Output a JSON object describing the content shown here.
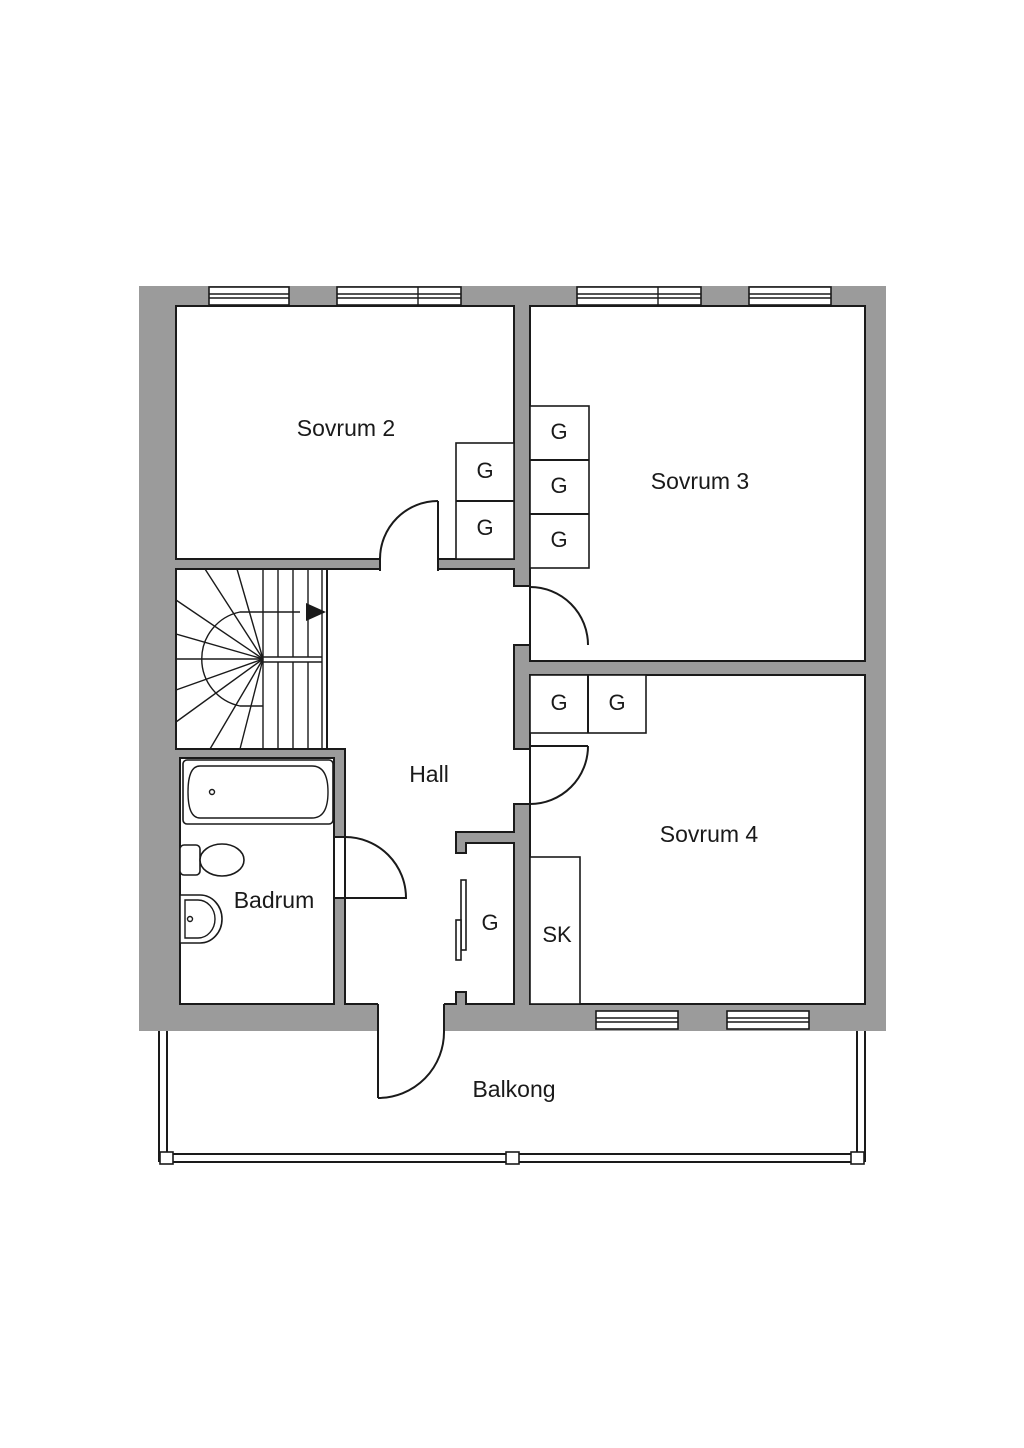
{
  "rooms": {
    "sovrum2": "Sovrum 2",
    "sovrum3": "Sovrum 3",
    "sovrum4": "Sovrum 4",
    "hall": "Hall",
    "badrum": "Badrum",
    "balkong": "Balkong"
  },
  "storage": {
    "wardrobe": "G",
    "cabinet": "SK"
  },
  "icons": {
    "stair_direction": "arrow-right-icon"
  },
  "colors": {
    "wall": "#9b9b9b",
    "line": "#1a1a1a",
    "background": "#ffffff"
  }
}
